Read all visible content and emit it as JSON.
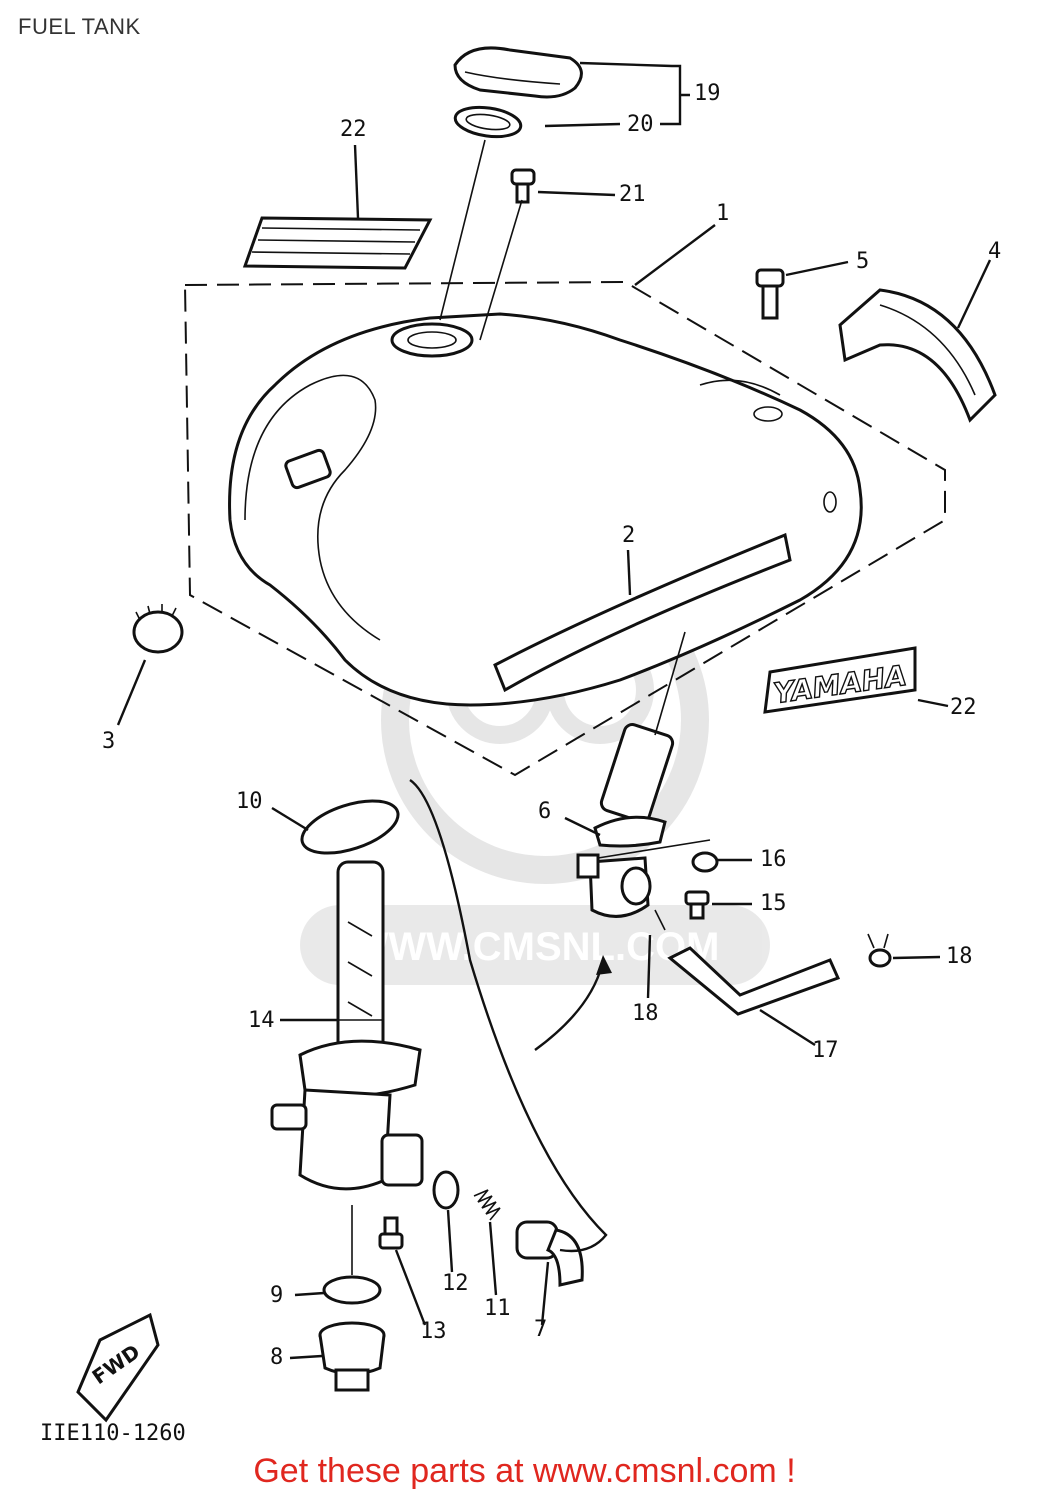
{
  "page": {
    "title": "FUEL TANK",
    "call_to_action": "Get these parts at www.cmsnl.com !",
    "accent_color": "#e0271f"
  },
  "diagram": {
    "drawing_code": "IIE110-1260",
    "watermark_text": "WWW.CMSNL.COM",
    "emblem_text": "YAMAHA",
    "arrow_label": "FWD",
    "callouts": {
      "c1": "1",
      "c2": "2",
      "c3": "3",
      "c4": "4",
      "c5": "5",
      "c6": "6",
      "c7": "7",
      "c8": "8",
      "c9": "9",
      "c10": "10",
      "c11": "11",
      "c12": "12",
      "c13": "13",
      "c14": "14",
      "c15": "15",
      "c16": "16",
      "c17": "17",
      "c18a": "18",
      "c18b": "18",
      "c19": "19",
      "c20": "20",
      "c21": "21",
      "c22a": "22",
      "c22b": "22"
    }
  }
}
